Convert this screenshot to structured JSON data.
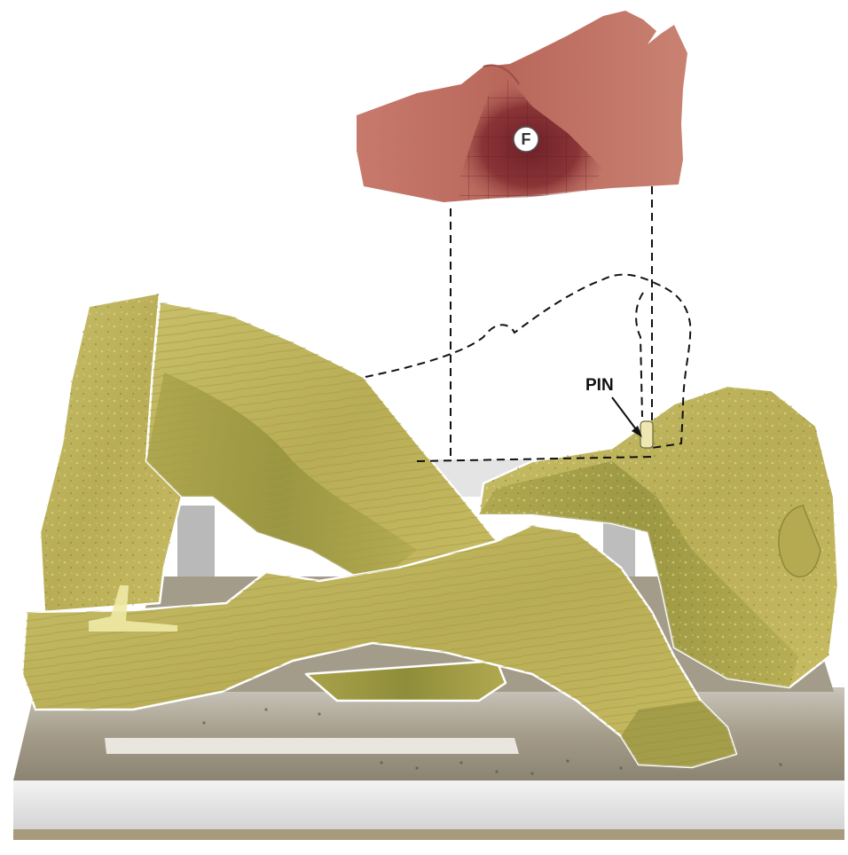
{
  "labels": {
    "fragment_marker": "F",
    "pin_label": "PIN"
  },
  "colors": {
    "background": "#ffffff",
    "reconstructed_fragments": "#c8bc62",
    "fragment_shadow": "#8f8e3c",
    "detached_fragment": "#b8695c",
    "fracture_surface": "#7a2a2e",
    "stand_base": "#9b9380",
    "stand_front": "#d9d9d9",
    "outline": "#ffffff",
    "leader_lines": "#111111"
  },
  "icons": {
    "fragment_marker": "circle-badge",
    "pin": "cylinder-pin"
  }
}
